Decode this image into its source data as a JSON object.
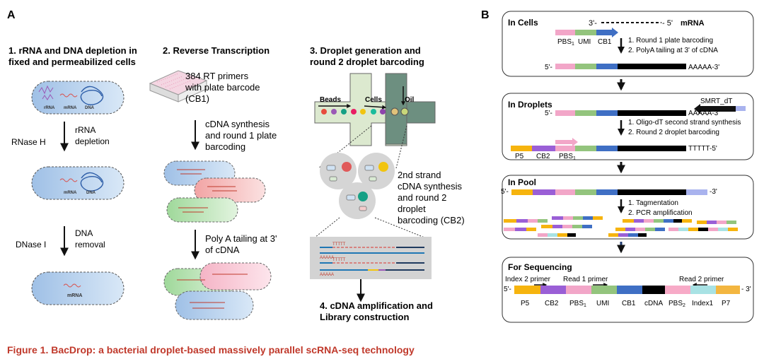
{
  "panel_a": {
    "label": "A",
    "step1": {
      "title_line1": "1. rRNA and DNA depletion in",
      "title_line2": "fixed and permeabilized cells"
    },
    "step2": {
      "title": "2. Reverse Transcription"
    },
    "step3": {
      "title_line1": "3. Droplet generation and",
      "title_line2": "round 2 droplet barcoding"
    },
    "step4": {
      "title_line1": "4. cDNA amplification and",
      "title_line2": "Library construction"
    },
    "cell_labels": {
      "rrna": "rRNA",
      "mrna": "mRNA",
      "dna": "DNA"
    },
    "enzyme1": "RNase H",
    "enzyme1_effect_line1": "rRNA",
    "enzyme1_effect_line2": "depletion",
    "enzyme2": "DNase I",
    "enzyme2_effect_line1": "DNA",
    "enzyme2_effect_line2": "removal",
    "plate_text": [
      "384 RT primers",
      "with plate barcode",
      "(CB1)"
    ],
    "cdna_text": [
      "cDNA synthesis",
      "and round 1 plate",
      "barcoding"
    ],
    "polya_text": [
      "Poly A tailing at 3'",
      "of cDNA"
    ],
    "chip_labels": {
      "beads": "Beads",
      "cells": "Cells",
      "oil": "Oil"
    },
    "droplet_text": [
      "2nd strand",
      "cDNA synthesis",
      "and round 2",
      "droplet",
      "barcoding (CB2)"
    ],
    "tttt": "TTTTT",
    "aaaa": "AAAAA"
  },
  "panel_b": {
    "label": "B",
    "in_cells": {
      "title": "In Cells",
      "mrna_3": "3'-",
      "mrna_5": "- 5'",
      "mrna_label": "mRNA",
      "pbs1": "PBS",
      "pbs_sub": "1",
      "umi": "UMI",
      "cb1": "CB1",
      "step1": "1.  Round 1 plate barcoding",
      "step2": "2.  PolyA tailing at 3' of cDNA",
      "strand_5": "5'-",
      "strand_end": "AAAAA-3'"
    },
    "in_droplets": {
      "title": "In Droplets",
      "smrt": "SMRT_dT",
      "strand_5": "5'-",
      "strand_end": "AAAAA-3'",
      "step1": "1.  Oligo-dT second strand synthesis",
      "step2": "2.  Round 2 droplet barcoding",
      "strand2_end": "TTTTT-5'",
      "p5": "P5",
      "cb2": "CB2",
      "pbs1": "PBS",
      "pbs_sub": "1"
    },
    "in_pool": {
      "title": "In Pool",
      "strand_5": "5'-",
      "strand_end": "-3'",
      "step1": "1.  Tagmentation",
      "step2": "2.  PCR amplification"
    },
    "for_sequencing": {
      "title": "For Sequencing",
      "index2": "Index 2 primer",
      "read1": "Read 1 primer",
      "read2": "Read 2 primer",
      "strand_5": "5'-",
      "strand_end": "- 3'",
      "segments": [
        "P5",
        "CB2",
        "PBS",
        "UMI",
        "CB1",
        "cDNA",
        "PBS",
        "Index1",
        "P7"
      ],
      "pbs1_sub": "1",
      "pbs2_sub": "2"
    }
  },
  "caption": "Figure 1.  BacDrop: a bacterial droplet-based massively parallel scRNA-seq technology",
  "colors": {
    "pbs": "#f2a6c8",
    "umi": "#93c47d",
    "cb1": "#3f6fc4",
    "cdna": "#000000",
    "p5": "#f6b40e",
    "cb2": "#9a5fd6",
    "pbs2": "#f7aac7",
    "index1": "#a8e2e4",
    "p7": "#f3b640",
    "smrt": "#a9b3ee",
    "caption": "#c0392b"
  }
}
